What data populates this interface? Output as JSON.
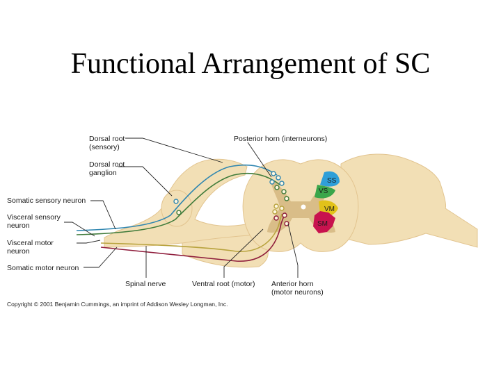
{
  "title": "Functional Arrangement of SC",
  "labels": {
    "dorsal_root_1": "Dorsal root",
    "dorsal_root_2": "(sensory)",
    "ganglion_1": "Dorsal root",
    "ganglion_2": "ganglion",
    "somatic_sensory": "Somatic sensory neuron",
    "visceral_sensory_1": "Visceral sensory",
    "visceral_sensory_2": "neuron",
    "visceral_motor_1": "Visceral motor",
    "visceral_motor_2": "neuron",
    "somatic_motor": "Somatic motor neuron",
    "posterior_horn": "Posterior horn (interneurons)",
    "spinal_nerve": "Spinal nerve",
    "ventral_root": "Ventral root (motor)",
    "anterior_horn_1": "Anterior horn",
    "anterior_horn_2": "(motor neurons)"
  },
  "zones": {
    "ss": "SS",
    "vs": "VS",
    "vm": "VM",
    "sm": "SM"
  },
  "copyright": "Copyright © 2001 Benjamin Cummings, an imprint of Addison Wesley Longman, Inc.",
  "colors": {
    "tissue": "#f2dfb5",
    "tissue_edge": "#e2c48f",
    "gray_matter": "#d9bd88",
    "somatic_sensory": "#2f86b0",
    "visceral_sensory": "#3f7b3a",
    "visceral_motor": "#b8a33e",
    "somatic_motor": "#8f1d3c",
    "ss_zone": "#2f9fd8",
    "vs_zone": "#3aa64a",
    "vm_zone": "#e2c21a",
    "sm_zone": "#c8124e"
  }
}
